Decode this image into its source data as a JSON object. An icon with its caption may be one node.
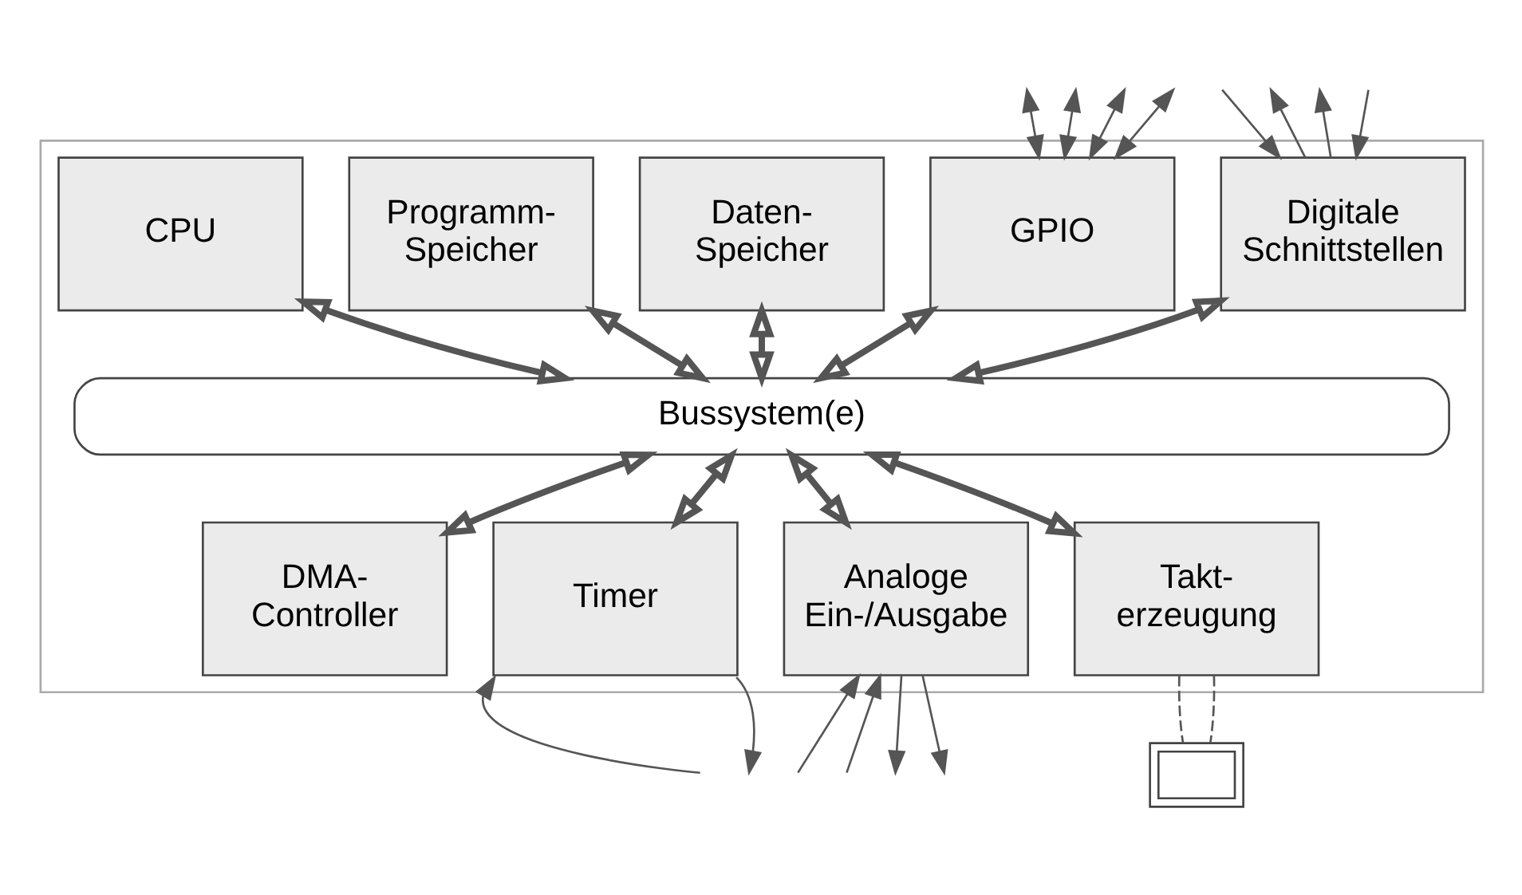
{
  "diagram": {
    "nodes": [
      {
        "text": [],
        "shape": "box"
      },
      {
        "text": [
          "CPU"
        ],
        "in": 0
      },
      {
        "text": [
          "Programm- Speicher"
        ],
        "in": 0
      },
      {
        "text": [
          "Daten- Speicher"
        ],
        "in": 0
      },
      {
        "text": [
          "GPIO"
        ],
        "in": 0
      },
      {
        "text": [
          "Digitale Schnittstellen"
        ],
        "in": 0
      },
      {
        "text": [
          "Bussystem(e)"
        ],
        "in": 0
      },
      {
        "text": [
          "DMA- Controller"
        ],
        "in": 0
      },
      {
        "text": [
          "Timer"
        ],
        "in": 0
      },
      {
        "text": [
          "Analoge Ein-/Ausgabe"
        ],
        "in": 0
      },
      {
        "text": [
          "Takt- erzeugung"
        ],
        "in": 0
      },
      {
        "text": [],
        "shape": "crystal"
      }
    ],
    "edges": [
      {
        "from": 1,
        "to": 6,
        "arrow": "both",
        "style": "thick"
      },
      {
        "from": 2,
        "to": 6,
        "arrow": "both",
        "style": "thick"
      },
      {
        "from": 3,
        "to": 6,
        "arrow": "both",
        "style": "thick"
      },
      {
        "from": 4,
        "to": 6,
        "arrow": "both",
        "style": "thick"
      },
      {
        "from": 5,
        "to": 6,
        "arrow": "both",
        "style": "thick"
      },
      {
        "from": 6,
        "to": 7,
        "arrow": "both",
        "style": "thick"
      },
      {
        "from": 6,
        "to": 8,
        "arrow": "both",
        "style": "thick"
      },
      {
        "from": 6,
        "to": 9,
        "arrow": "both",
        "style": "thick"
      },
      {
        "from": 6,
        "to": 10,
        "arrow": "both",
        "style": "thick"
      },
      {
        "from": 4,
        "to": null,
        "arrow": "both"
      },
      {
        "from": 4,
        "to": null,
        "arrow": "both"
      },
      {
        "from": 4,
        "to": null,
        "arrow": "both"
      },
      {
        "from": 4,
        "to": null,
        "arrow": "both"
      },
      {
        "from": null,
        "to": 5,
        "arrow": "to"
      },
      {
        "from": 5,
        "to": null,
        "arrow": "to"
      },
      {
        "from": 5,
        "to": null,
        "arrow": "to"
      },
      {
        "from": null,
        "to": 5,
        "arrow": "to"
      },
      {
        "from": null,
        "to": 8,
        "arrow": "to"
      },
      {
        "from": 8,
        "to": null,
        "arrow": "to"
      },
      {
        "from": null,
        "to": 9,
        "arrow": "to"
      },
      {
        "from": null,
        "to": 9,
        "arrow": "to"
      },
      {
        "from": 9,
        "to": null,
        "arrow": "to"
      },
      {
        "from": 9,
        "to": null,
        "arrow": "to"
      },
      {
        "from": 10,
        "to": 11,
        "arrow": "none",
        "style": "dashed"
      },
      {
        "from": 10,
        "to": 11,
        "arrow": "none",
        "style": "dashed"
      }
    ]
  }
}
